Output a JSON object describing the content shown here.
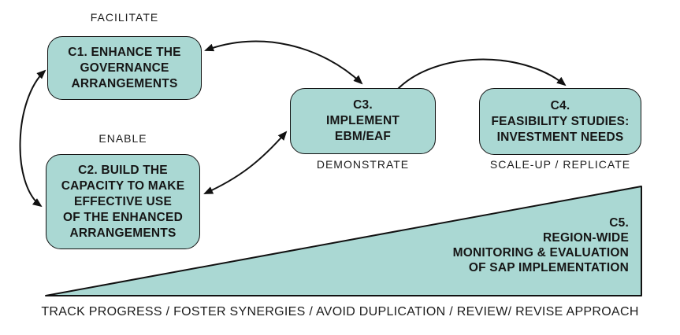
{
  "colors": {
    "box_fill": "#aad8d3",
    "outline": "#111111",
    "canvas_bg": "#ffffff"
  },
  "stage_labels": {
    "facilitate": "FACILITATE",
    "enable": "ENABLE",
    "demonstrate": "DEMONSTRATE",
    "scale_up_replicate": "SCALE-UP / REPLICATE",
    "bottom_caption": "TRACK PROGRESS / FOSTER SYNERGIES / AVOID DUPLICATION / REVIEW/ REVISE APPROACH"
  },
  "components": {
    "c1": {
      "id": "C1",
      "text": "C1. ENHANCE THE\nGOVERNANCE\nARRANGEMENTS"
    },
    "c2": {
      "id": "C2",
      "text": "C2. BUILD THE\nCAPACITY TO MAKE\nEFFECTIVE USE\nOF THE ENHANCED\nARRANGEMENTS"
    },
    "c3": {
      "id": "C3",
      "text": "C3.\nIMPLEMENT\nEBM/EAF"
    },
    "c4": {
      "id": "C4",
      "text": "C4.\nFEASIBILITY STUDIES:\nINVESTMENT NEEDS"
    },
    "c5": {
      "id": "C5",
      "text": "C5.\nREGION-WIDE\nMONITORING & EVALUATION\nOF SAP IMPLEMENTATION"
    }
  },
  "connections": [
    {
      "from": "C1",
      "to": "C2",
      "bidirectional": true
    },
    {
      "from": "C1",
      "to": "C3",
      "bidirectional": true
    },
    {
      "from": "C2",
      "to": "C3",
      "bidirectional": true
    },
    {
      "from": "C3",
      "to": "C4",
      "bidirectional": false
    }
  ]
}
